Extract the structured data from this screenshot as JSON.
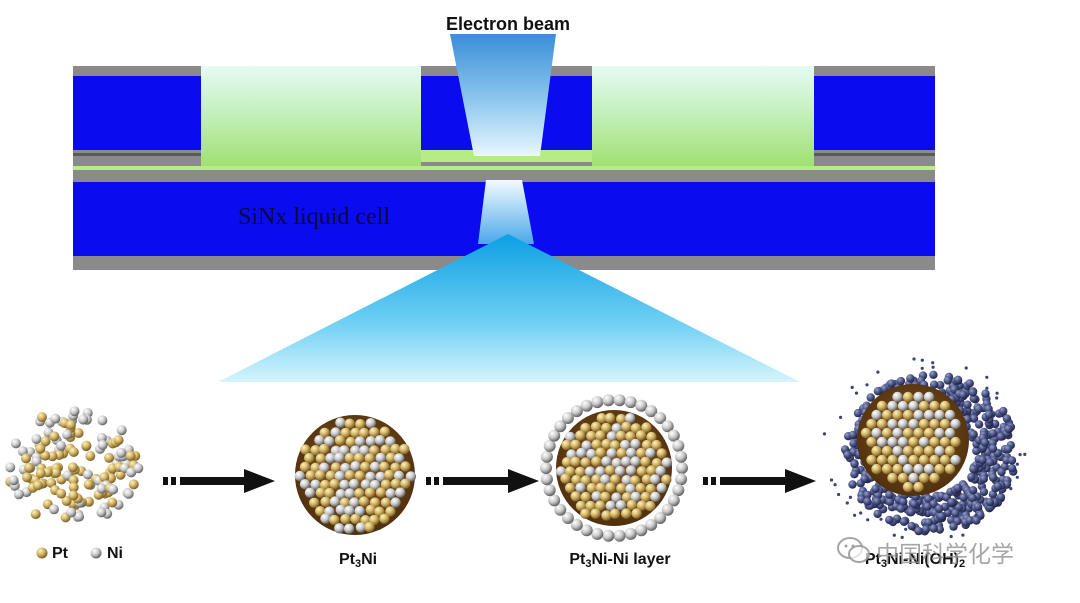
{
  "diagram": {
    "electron_beam_label": "Electron beam",
    "liquid_cell_label": "SiNx liquid cell",
    "legend": {
      "pt": "Pt",
      "ni": "Ni"
    },
    "stages": [
      {
        "base": "Pt",
        "sub": "3",
        "rest": "Ni",
        "sub2": "",
        "tail": ""
      },
      {
        "base": "Pt",
        "sub": "3",
        "rest": "Ni-Ni layer",
        "sub2": "",
        "tail": ""
      },
      {
        "base": "Pt",
        "sub": "3",
        "rest": "Ni-Ni(OH)",
        "sub2": "2",
        "tail": ""
      }
    ],
    "colors": {
      "silicon": "#0b0bf0",
      "frame_gray": "#8a8a8a",
      "window_green": "#b6eb86",
      "beam_cyan": "#22b5ea",
      "pt_gold": "#c9a55a",
      "ni_silver": "#c8c8c8",
      "hydroxide_navy": "#3a4276",
      "arrow": "#111111"
    },
    "watermark": {
      "text": "中国科学化学",
      "icon": "wechat-icon"
    }
  }
}
